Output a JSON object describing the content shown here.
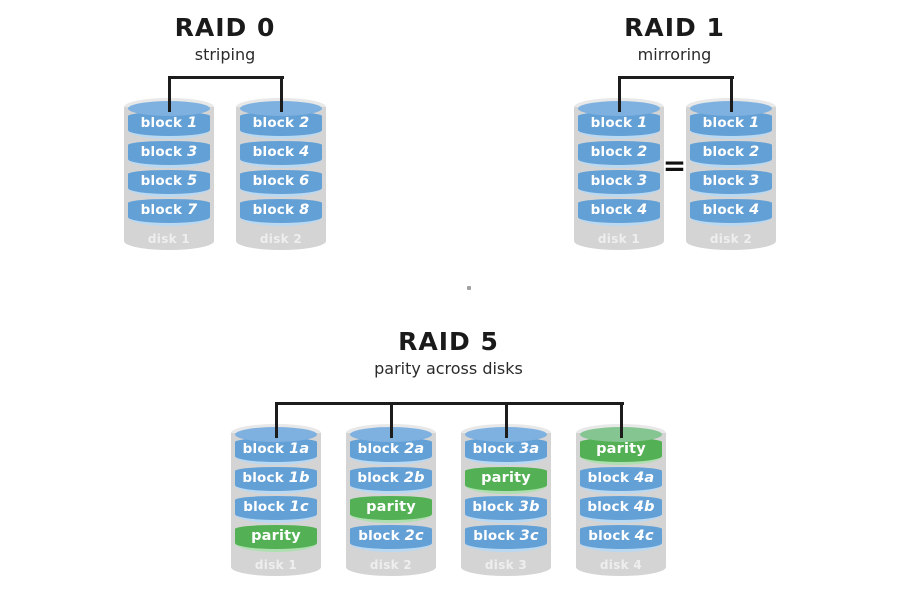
{
  "sections": [
    {
      "id": "raid0",
      "title": "RAID 0",
      "subtitle": "striping",
      "disks": [
        {
          "label": "disk 1",
          "blocks": [
            {
              "text": "block",
              "num": "1",
              "kind": "data"
            },
            {
              "text": "block",
              "num": "3",
              "kind": "data"
            },
            {
              "text": "block",
              "num": "5",
              "kind": "data"
            },
            {
              "text": "block",
              "num": "7",
              "kind": "data"
            }
          ]
        },
        {
          "label": "disk 2",
          "blocks": [
            {
              "text": "block",
              "num": "2",
              "kind": "data"
            },
            {
              "text": "block",
              "num": "4",
              "kind": "data"
            },
            {
              "text": "block",
              "num": "6",
              "kind": "data"
            },
            {
              "text": "block",
              "num": "8",
              "kind": "data"
            }
          ]
        }
      ]
    },
    {
      "id": "raid1",
      "title": "RAID 1",
      "subtitle": "mirroring",
      "equals": "=",
      "disks": [
        {
          "label": "disk 1",
          "blocks": [
            {
              "text": "block",
              "num": "1",
              "kind": "data"
            },
            {
              "text": "block",
              "num": "2",
              "kind": "data"
            },
            {
              "text": "block",
              "num": "3",
              "kind": "data"
            },
            {
              "text": "block",
              "num": "4",
              "kind": "data"
            }
          ]
        },
        {
          "label": "disk 2",
          "blocks": [
            {
              "text": "block",
              "num": "1",
              "kind": "data"
            },
            {
              "text": "block",
              "num": "2",
              "kind": "data"
            },
            {
              "text": "block",
              "num": "3",
              "kind": "data"
            },
            {
              "text": "block",
              "num": "4",
              "kind": "data"
            }
          ]
        }
      ]
    },
    {
      "id": "raid5",
      "title": "RAID 5",
      "subtitle": "parity across disks",
      "disks": [
        {
          "label": "disk 1",
          "blocks": [
            {
              "text": "block",
              "num": "1a",
              "kind": "data"
            },
            {
              "text": "block",
              "num": "1b",
              "kind": "data"
            },
            {
              "text": "block",
              "num": "1c",
              "kind": "data"
            },
            {
              "text": "parity",
              "num": "",
              "kind": "parity"
            }
          ]
        },
        {
          "label": "disk 2",
          "blocks": [
            {
              "text": "block",
              "num": "2a",
              "kind": "data"
            },
            {
              "text": "block",
              "num": "2b",
              "kind": "data"
            },
            {
              "text": "parity",
              "num": "",
              "kind": "parity"
            },
            {
              "text": "block",
              "num": "2c",
              "kind": "data"
            }
          ]
        },
        {
          "label": "disk 3",
          "blocks": [
            {
              "text": "block",
              "num": "3a",
              "kind": "data"
            },
            {
              "text": "parity",
              "num": "",
              "kind": "parity"
            },
            {
              "text": "block",
              "num": "3b",
              "kind": "data"
            },
            {
              "text": "block",
              "num": "3c",
              "kind": "data"
            }
          ]
        },
        {
          "label": "disk 4",
          "blocks": [
            {
              "text": "parity",
              "num": "",
              "kind": "parity"
            },
            {
              "text": "block",
              "num": "4a",
              "kind": "data"
            },
            {
              "text": "block",
              "num": "4b",
              "kind": "data"
            },
            {
              "text": "block",
              "num": "4c",
              "kind": "data"
            }
          ]
        }
      ]
    }
  ],
  "colors": {
    "block_blue": "#63a0d6",
    "block_blue_top": "#7fb1e0",
    "block_blue_rim": "#b9d8f1",
    "parity_green": "#53b054",
    "parity_green_top": "#85c591",
    "parity_green_rim": "#aedfb0",
    "disk_gray": "#d4d4d4",
    "disk_gray_edge": "#e8e8e8",
    "disk_label": "#eeeeee",
    "connector": "#1c1c1c",
    "title": "#1a1a1a"
  }
}
